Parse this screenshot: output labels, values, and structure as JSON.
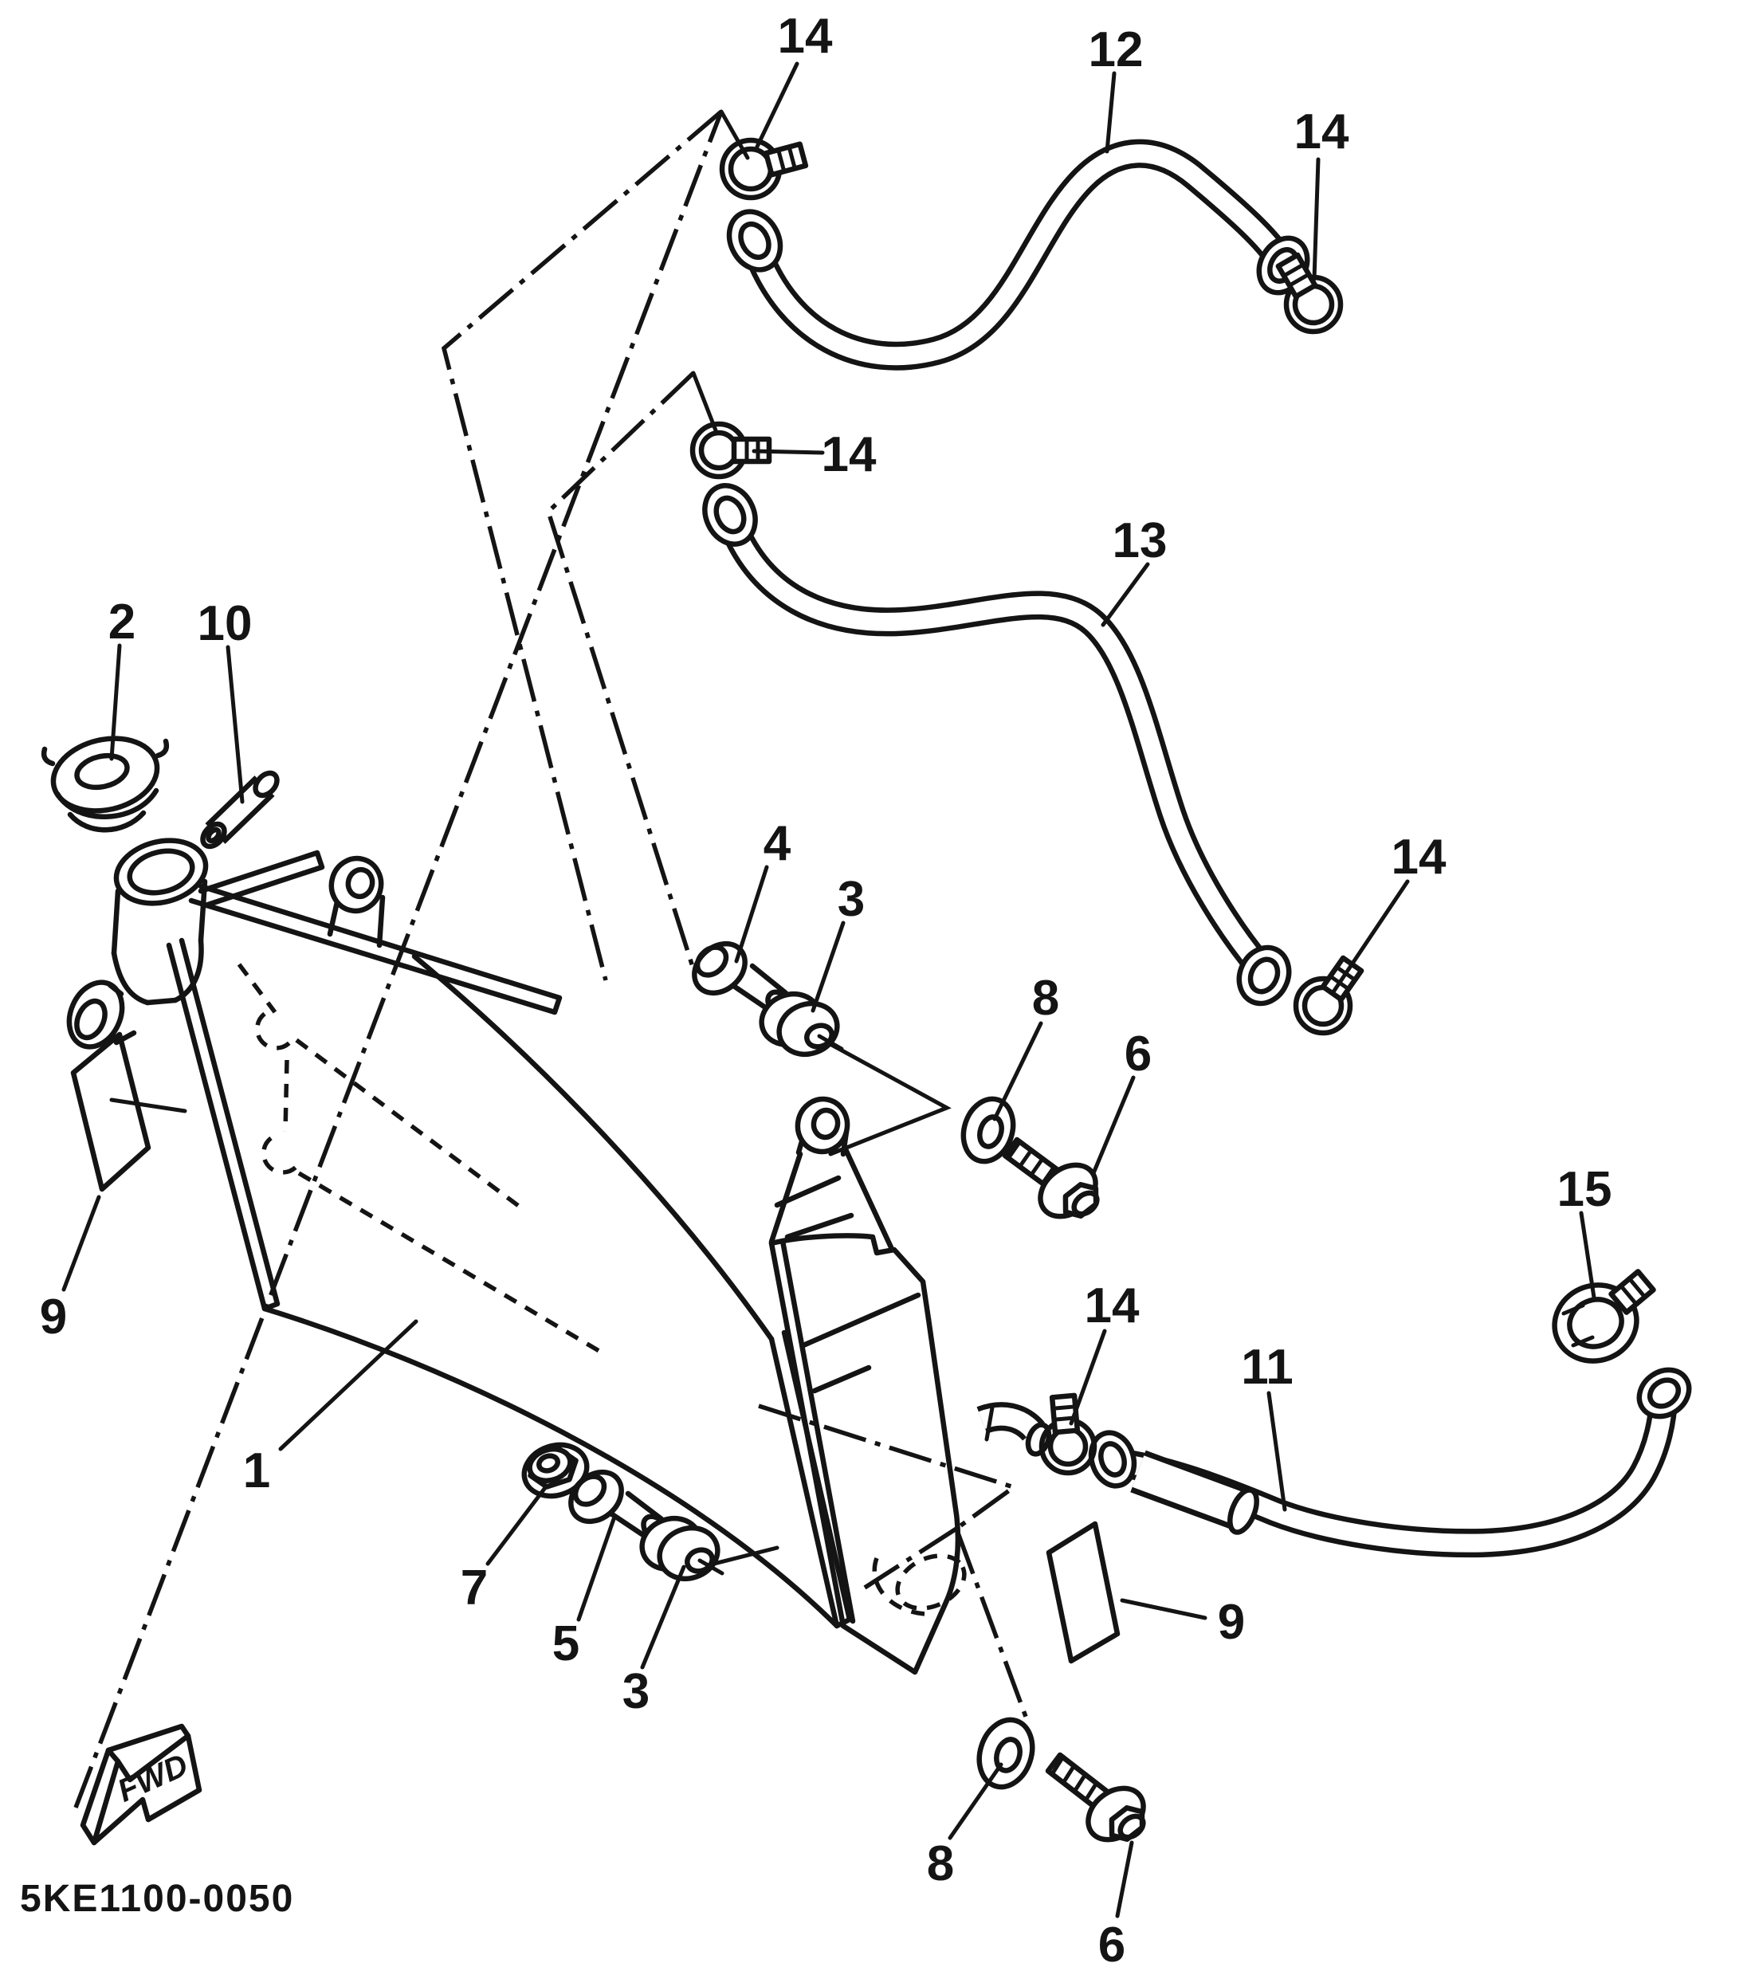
{
  "diagram": {
    "type": "exploded-parts-diagram",
    "subject": "radiator and hose assembly",
    "footer": {
      "drawing_code": "5KE1100-0050"
    },
    "fwd_arrow": {
      "label": "FWD"
    }
  },
  "callouts": {
    "c1": {
      "label": "1"
    },
    "c2": {
      "label": "2"
    },
    "c3a": {
      "label": "3"
    },
    "c3b": {
      "label": "3"
    },
    "c4": {
      "label": "4"
    },
    "c5": {
      "label": "5"
    },
    "c6a": {
      "label": "6"
    },
    "c6b": {
      "label": "6"
    },
    "c7": {
      "label": "7"
    },
    "c8a": {
      "label": "8"
    },
    "c8b": {
      "label": "8"
    },
    "c9a": {
      "label": "9"
    },
    "c9b": {
      "label": "9"
    },
    "c10": {
      "label": "10"
    },
    "c11": {
      "label": "11"
    },
    "c12": {
      "label": "12"
    },
    "c13": {
      "label": "13"
    },
    "c14a": {
      "label": "14"
    },
    "c14b": {
      "label": "14"
    },
    "c14c": {
      "label": "14"
    },
    "c14d": {
      "label": "14"
    },
    "c14e": {
      "label": "14"
    },
    "c15": {
      "label": "15"
    }
  }
}
